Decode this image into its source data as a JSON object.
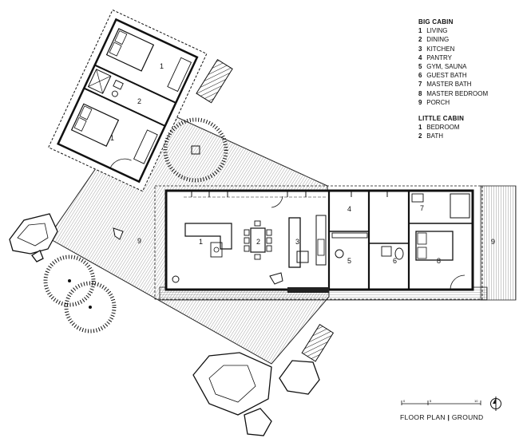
{
  "legend": {
    "big_cabin": {
      "title": "BIG CABIN",
      "items": [
        {
          "num": "1",
          "label": "LIVING"
        },
        {
          "num": "2",
          "label": "DINING"
        },
        {
          "num": "3",
          "label": "KITCHEN"
        },
        {
          "num": "4",
          "label": "PANTRY"
        },
        {
          "num": "5",
          "label": "GYM, SAUNA"
        },
        {
          "num": "6",
          "label": "GUEST BATH"
        },
        {
          "num": "7",
          "label": "MASTER BATH"
        },
        {
          "num": "8",
          "label": "MASTER BEDROOM"
        },
        {
          "num": "9",
          "label": "PORCH"
        }
      ]
    },
    "little_cabin": {
      "title": "LITTLE CABIN",
      "items": [
        {
          "num": "1",
          "label": "BEDROOM"
        },
        {
          "num": "2",
          "label": "BATH"
        }
      ]
    }
  },
  "caption": {
    "left": "FLOOR PLAN",
    "separator": "|",
    "right": "GROUND"
  },
  "scale_bar": {
    "marks": [
      "0",
      "5",
      "10"
    ]
  },
  "north_arrow": {
    "icon": "north-arrow-icon"
  },
  "plan_labels": {
    "big_living": "1",
    "big_dining": "2",
    "big_kitchen": "3",
    "big_pantry": "4",
    "big_gym": "5",
    "big_guest_bath": "6",
    "big_master_bath": "7",
    "big_master_bedroom": "8",
    "porch_left": "9",
    "porch_right": "9",
    "little_bedroom_top": "1",
    "little_bath": "2",
    "little_bedroom_bottom": "1"
  }
}
